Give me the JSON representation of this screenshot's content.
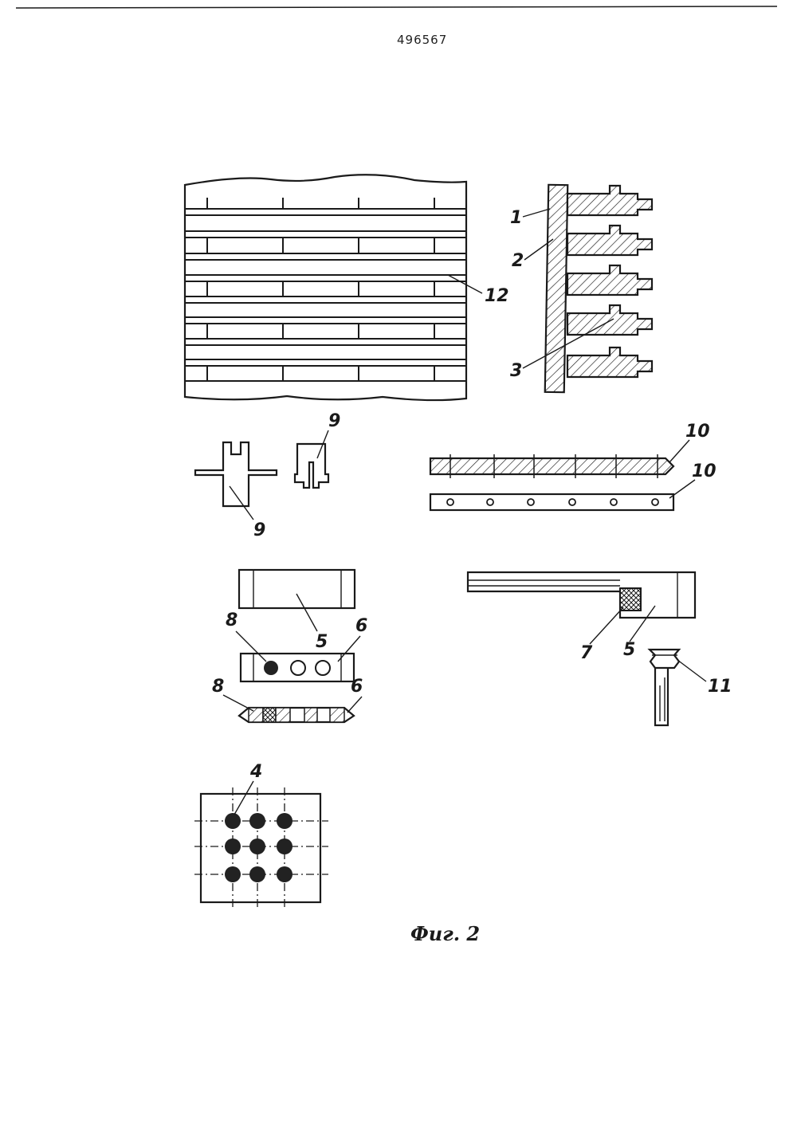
{
  "page": {
    "patent_number": "496567",
    "figure_caption": "Фиг. 2"
  },
  "labels": {
    "l1": "1",
    "l2": "2",
    "l3": "3",
    "l4": "4",
    "l5a": "5",
    "l5b": "5",
    "l6a": "6",
    "l6b": "6",
    "l7": "7",
    "l8a": "8",
    "l8b": "8",
    "l9a": "9",
    "l9b": "9",
    "l10a": "10",
    "l10b": "10",
    "l11": "11",
    "l12": "12"
  },
  "colors": {
    "ink": "#1a1a1a",
    "paper": "#ffffff"
  }
}
